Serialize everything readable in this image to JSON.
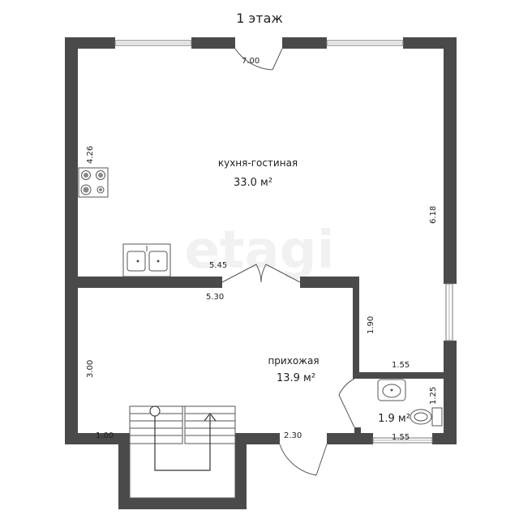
{
  "plan": {
    "title": "1 этаж",
    "watermark": "etagi",
    "rooms": [
      {
        "id": "kitchen",
        "name": "кухня-гостиная",
        "area": "33.0 м²"
      },
      {
        "id": "hall",
        "name": "прихожая",
        "area": "13.9 м²"
      },
      {
        "id": "bath",
        "name": "",
        "area": "1.9 м²"
      }
    ],
    "dimensions": {
      "top_width": "7.00",
      "left_kitchen": "4.26",
      "right_kitchen": "6.18",
      "kitchen_bottom": "5.45",
      "hall_top": "5.30",
      "hall_left": "3.00",
      "bath_left": "1.90",
      "bath_top": "1.55",
      "bath_right": "1.25",
      "bath_bottom": "1.55",
      "bottom_left": "1.00",
      "bottom_right": "2.30"
    },
    "icons": [
      "stove-icon",
      "sink-icon",
      "washbasin-icon",
      "toilet-icon",
      "stairs-icon"
    ]
  }
}
